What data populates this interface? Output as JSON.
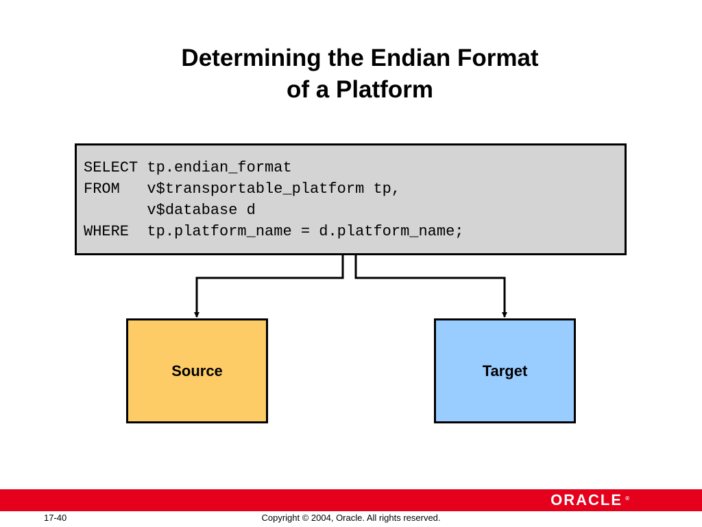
{
  "title": {
    "line1": "Determining the Endian Format",
    "line2": "of a Platform"
  },
  "code": {
    "lines": [
      "SELECT tp.endian_format",
      "FROM   v$transportable_platform tp,",
      "       v$database d",
      "WHERE  tp.platform_name = d.platform_name;"
    ],
    "background": "#d4d4d4"
  },
  "source_box": {
    "label": "Source",
    "color": "#fecc66"
  },
  "target_box": {
    "label": "Target",
    "color": "#99ccff"
  },
  "footer": {
    "logo": "ORACLE",
    "trademark": "®",
    "slide_number": "17-40",
    "copyright": "Copyright © 2004, Oracle.  All rights reserved.",
    "bar_color": "#e5001b"
  }
}
